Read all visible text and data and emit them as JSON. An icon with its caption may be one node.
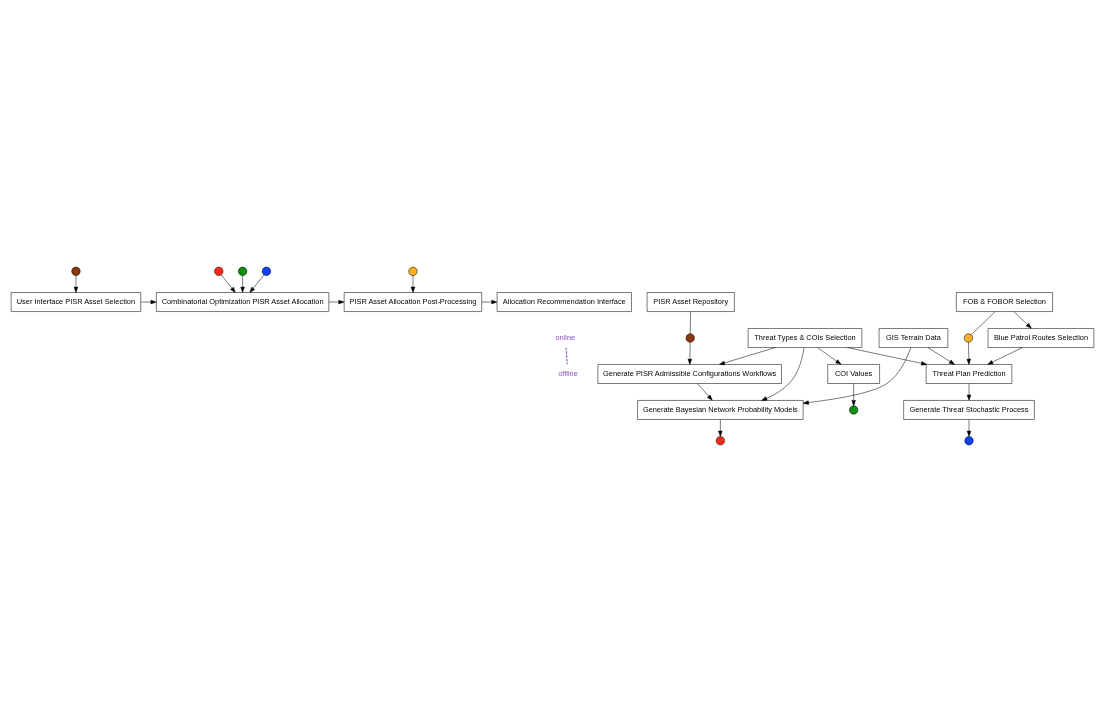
{
  "diagram": {
    "nodes": [
      {
        "text": [
          "User Interface PISR Asset Selection"
        ]
      },
      {
        "text": [
          "Combinatorial Optimization PISR Asset Allocation"
        ]
      },
      {
        "text": [
          "PISR Asset Allocation Post-Processing"
        ]
      },
      {
        "text": [
          "Allocation Recommendation Interface"
        ]
      },
      {
        "text": [],
        "shape": "circle"
      },
      {
        "text": [],
        "shape": "circle"
      },
      {
        "text": [],
        "shape": "circle"
      },
      {
        "text": [],
        "shape": "circle"
      },
      {
        "text": [],
        "shape": "circle"
      },
      {
        "text": [
          "PISR Asset Repository"
        ]
      },
      {
        "text": [],
        "shape": "circle"
      },
      {
        "text": [
          "Generate PISR Admissible Configurations Workflows"
        ]
      },
      {
        "text": [
          "Generate Bayesian Network Probability Models"
        ]
      },
      {
        "text": [],
        "shape": "circle"
      },
      {
        "text": [
          "Threat Types & COIs Selection"
        ]
      },
      {
        "text": [
          "COI Values"
        ]
      },
      {
        "text": [],
        "shape": "circle"
      },
      {
        "text": [
          "FOB & FOBOR Selection"
        ]
      },
      {
        "text": [],
        "shape": "circle"
      },
      {
        "text": [
          "Threat Plan Prediction"
        ]
      },
      {
        "text": [
          "Generate Threat Stochastic Process"
        ]
      },
      {
        "text": [],
        "shape": "circle"
      },
      {
        "text": [
          "Blue Patrol Routes Selection"
        ]
      },
      {
        "text": [
          "GIS Terrain Data"
        ]
      }
    ],
    "edges": [
      {
        "from": 0,
        "to": 1,
        "arrow": "to"
      },
      {
        "from": 1,
        "to": 2,
        "arrow": "to"
      },
      {
        "from": 2,
        "to": 3,
        "arrow": "to"
      },
      {
        "from": 4,
        "to": 0,
        "arrow": "to"
      },
      {
        "from": 5,
        "to": 1,
        "arrow": "to"
      },
      {
        "from": 6,
        "to": 1,
        "arrow": "to"
      },
      {
        "from": 7,
        "to": 1,
        "arrow": "to"
      },
      {
        "from": 8,
        "to": 2,
        "arrow": "to"
      },
      {
        "from": 9,
        "to": 10,
        "arrow": "none"
      },
      {
        "from": 10,
        "to": 11,
        "arrow": "to"
      },
      {
        "from": 11,
        "to": 12,
        "arrow": "to"
      },
      {
        "from": 12,
        "to": 13,
        "arrow": "to"
      },
      {
        "from": 14,
        "to": 11,
        "arrow": "to"
      },
      {
        "from": 14,
        "to": 12,
        "arrow": "to"
      },
      {
        "from": 14,
        "to": 15,
        "arrow": "to"
      },
      {
        "from": 15,
        "to": 16,
        "arrow": "to"
      },
      {
        "from": 14,
        "to": 19,
        "arrow": "to"
      },
      {
        "from": 17,
        "to": 18,
        "arrow": "none"
      },
      {
        "from": 18,
        "to": 19,
        "arrow": "to"
      },
      {
        "from": 17,
        "to": 22,
        "arrow": "to"
      },
      {
        "from": 22,
        "to": 19,
        "arrow": "to"
      },
      {
        "from": 19,
        "to": 20,
        "arrow": "to"
      },
      {
        "from": 20,
        "to": 21,
        "arrow": "to"
      },
      {
        "from": 23,
        "to": 19,
        "arrow": "to"
      },
      {
        "from": 23,
        "to": 12,
        "arrow": "to"
      }
    ],
    "labels": [
      "online",
      "offline"
    ]
  }
}
